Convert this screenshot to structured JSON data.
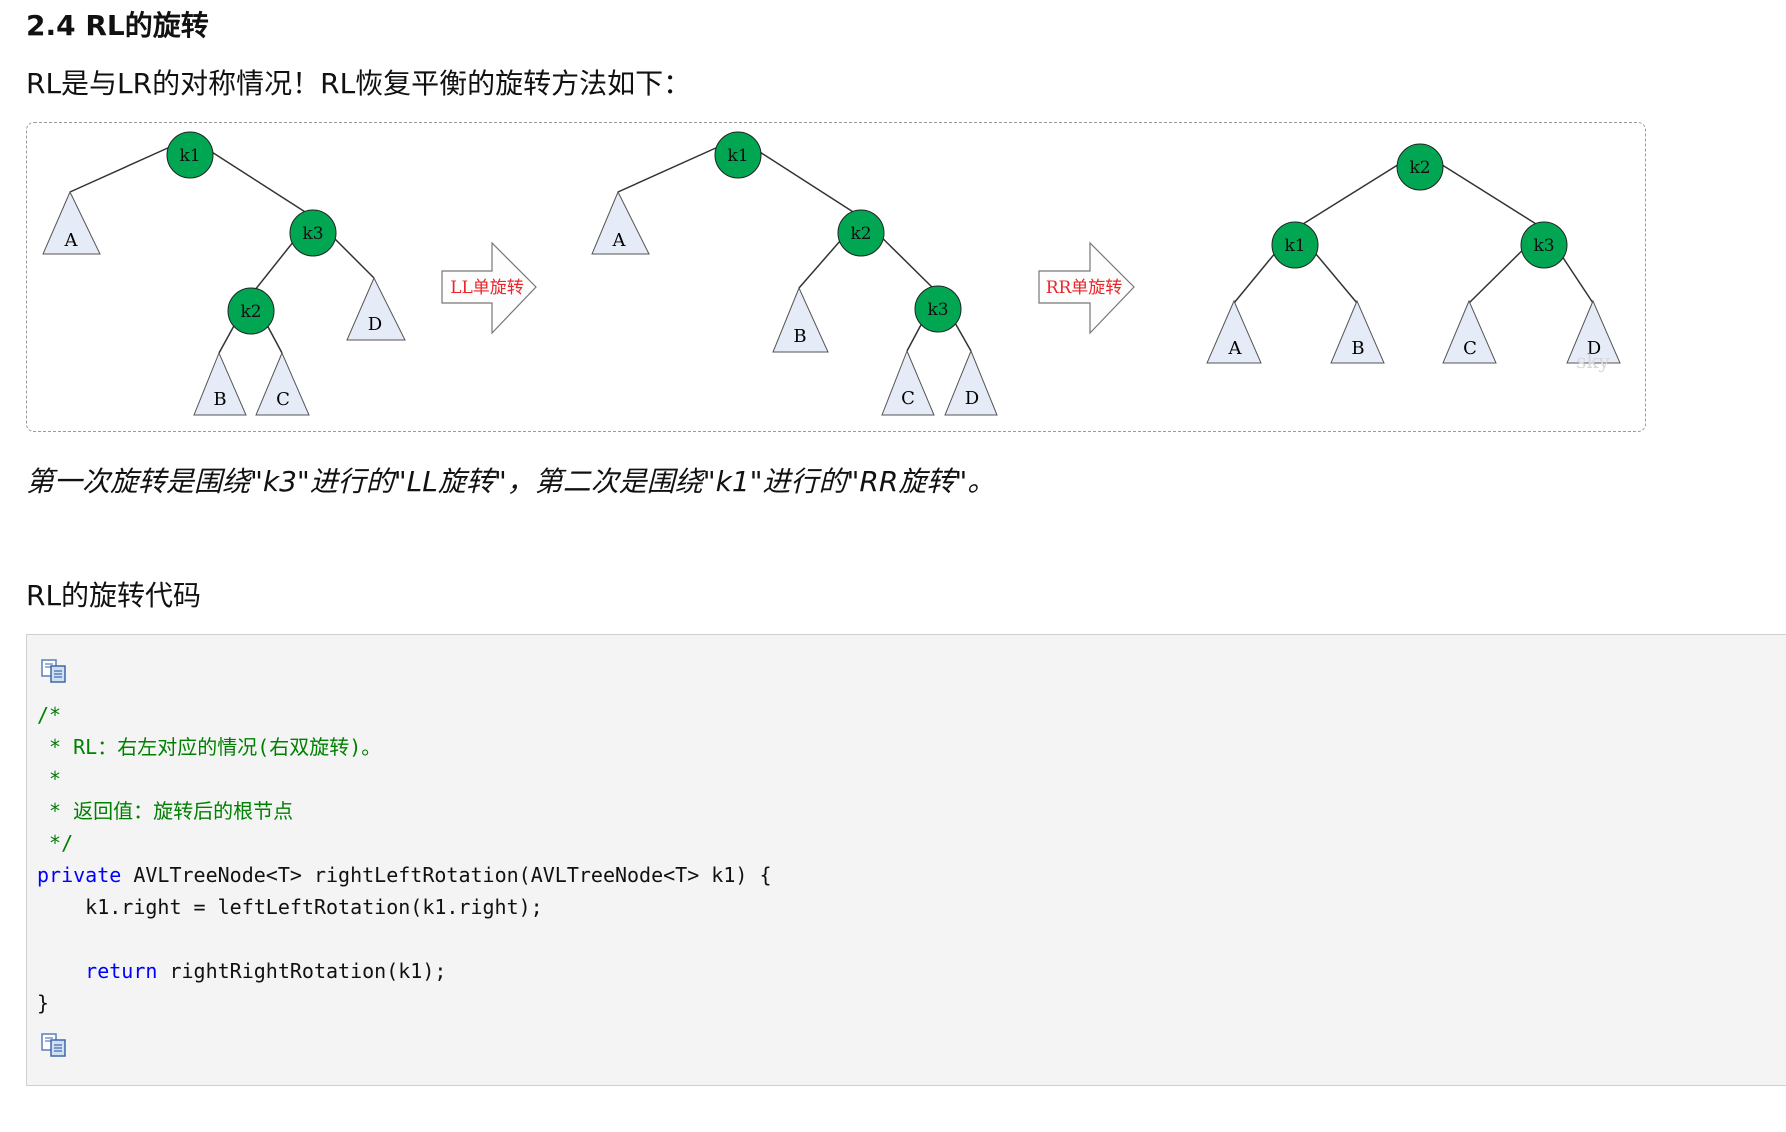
{
  "heading": "2.4 RL的旋转",
  "intro": "RL是与LR的对称情况！RL恢复平衡的旋转方法如下：",
  "figure": {
    "tree1": {
      "root": "k1",
      "k3": "k3",
      "k2": "k2",
      "A": "A",
      "B": "B",
      "C": "C",
      "D": "D"
    },
    "arrow1": "LL单旋转",
    "tree2": {
      "root": "k1",
      "k2": "k2",
      "k3": "k3",
      "A": "A",
      "B": "B",
      "C": "C",
      "D": "D"
    },
    "arrow2": "RR单旋转",
    "tree3": {
      "root": "k2",
      "k1": "k1",
      "k3": "k3",
      "A": "A",
      "B": "B",
      "C": "C",
      "D": "D"
    },
    "watermark": "sky",
    "colors": {
      "node": "#00a651",
      "triangle": "#e6ecf7",
      "arrow_text": "#e8262b"
    }
  },
  "caption": "第一次旋转是围绕\"k3\"进行的\"LL旋转\"，第二次是围绕\"k1\"进行的\"RR旋转\"。",
  "subheading": "RL的旋转代码",
  "code": {
    "c1": "/*",
    "c2_star": " * ",
    "c2_tag": "RL",
    "c2_text": "：右左对应的情况(右双旋转)。",
    "c3": " *",
    "c4": " * 返回值：旋转后的根节点",
    "c5": " */",
    "kw_private": "private",
    "sig": " AVLTreeNode<T> rightLeftRotation(AVLTreeNode<T> k1) {",
    "body1": "    k1.right = leftLeftRotation(k1.right);",
    "kw_return": "return",
    "body2": " rightRightRotation(k1);",
    "close": "}"
  },
  "icons": {
    "top": "copy-code-icon",
    "bottom": "copy-code-icon"
  }
}
